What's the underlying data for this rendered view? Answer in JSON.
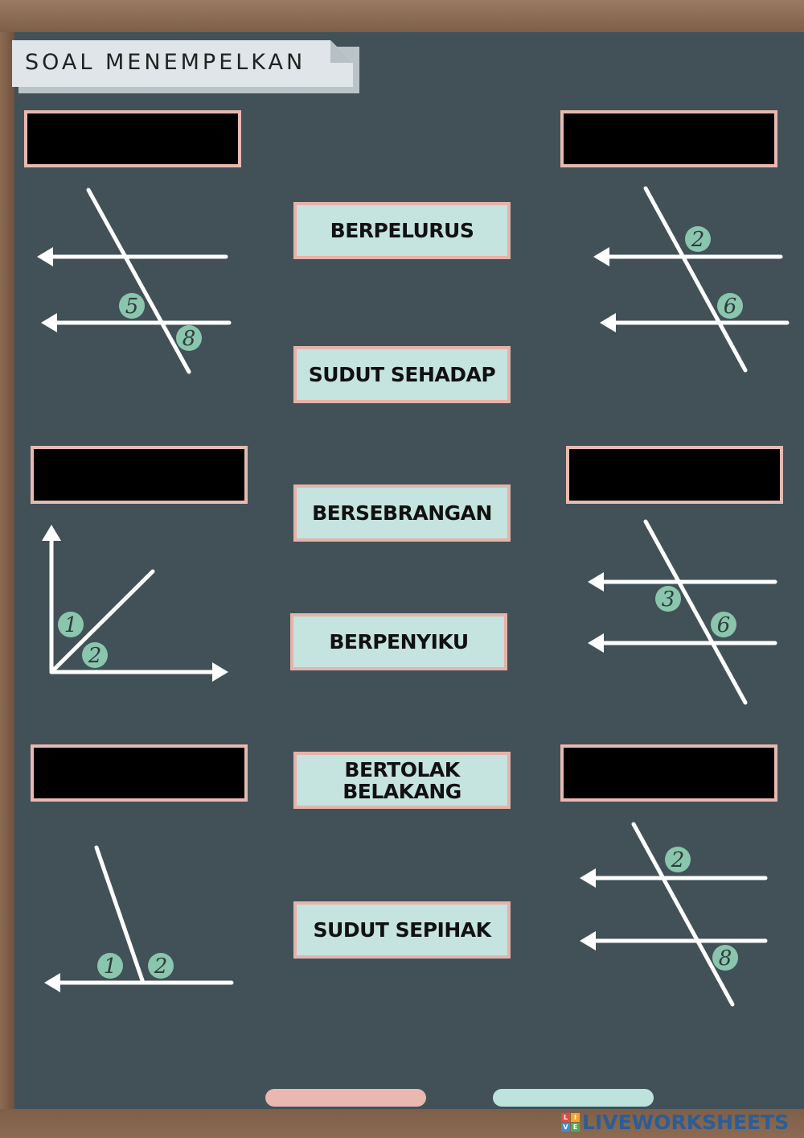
{
  "title": "SOAL MENEMPELKAN",
  "labels": {
    "berpelurus": "BERPELURUS",
    "sudut_sehadap": "SUDUT SEHADAP",
    "bersebrangan": "BERSEBRANGAN",
    "berpenyiku": "BERPENYIKU",
    "bertolak_1": "BERTOLAK",
    "bertolak_2": "BELAKANG",
    "sudut_sepihak": "SUDUT SEPIHAK"
  },
  "diagrams": {
    "d1": [
      "5",
      "8"
    ],
    "d2": [
      "2",
      "6"
    ],
    "d3": [
      "1",
      "2"
    ],
    "d4": [
      "3",
      "6"
    ],
    "d5": [
      "1",
      "2"
    ],
    "d6": [
      "2",
      "8"
    ]
  },
  "logo": "LIVEWORKSHEETS",
  "colors": {
    "board": "#425158",
    "card": "#c5e3df",
    "card_border": "#e5b3aa",
    "badge": "#8ac6ae",
    "chalk_pink": "#e9b8b0",
    "chalk_mint": "#bde3dd"
  }
}
